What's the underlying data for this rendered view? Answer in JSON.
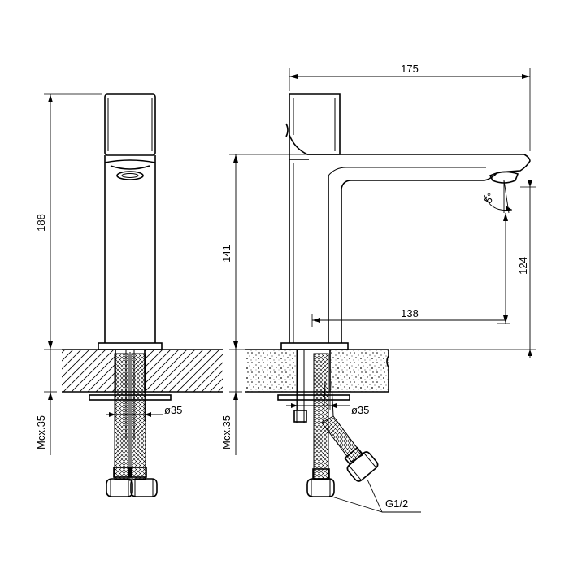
{
  "dimensions": {
    "left_height": "188",
    "left_counter_thickness": "Мсх.35",
    "left_hole_diameter": "ø35",
    "top_width": "175",
    "spout_height": "141",
    "right_counter_thickness": "Мсх.35",
    "right_hole_diameter": "ø35",
    "aerator_angle": "5°",
    "aerator_height": "124",
    "spout_reach": "138",
    "connection_thread": "G1/2"
  }
}
